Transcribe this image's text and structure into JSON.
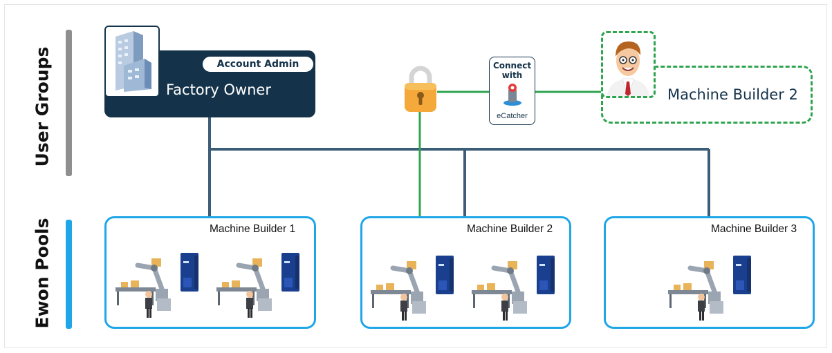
{
  "groups_label": "User Groups",
  "pools_label": "Ewon Pools",
  "owner": {
    "badge": "Account Admin",
    "title": "Factory Owner"
  },
  "ecatcher": {
    "top": "Connect\nwith",
    "bottom": "eCatcher"
  },
  "remote_builder": {
    "title": "Machine Builder 2"
  },
  "pools": [
    {
      "title": "Machine Builder 1",
      "machines": 2
    },
    {
      "title": "Machine Builder 2",
      "machines": 2
    },
    {
      "title": "Machine Builder 3",
      "machines": 1
    }
  ],
  "colors": {
    "navy": "#14334a",
    "link_line": "#3b5d78",
    "green": "#2ea44f",
    "pool_border": "#1ea6e6",
    "groups_bar": "#8f8f8f",
    "lock": "#f4a93a"
  }
}
